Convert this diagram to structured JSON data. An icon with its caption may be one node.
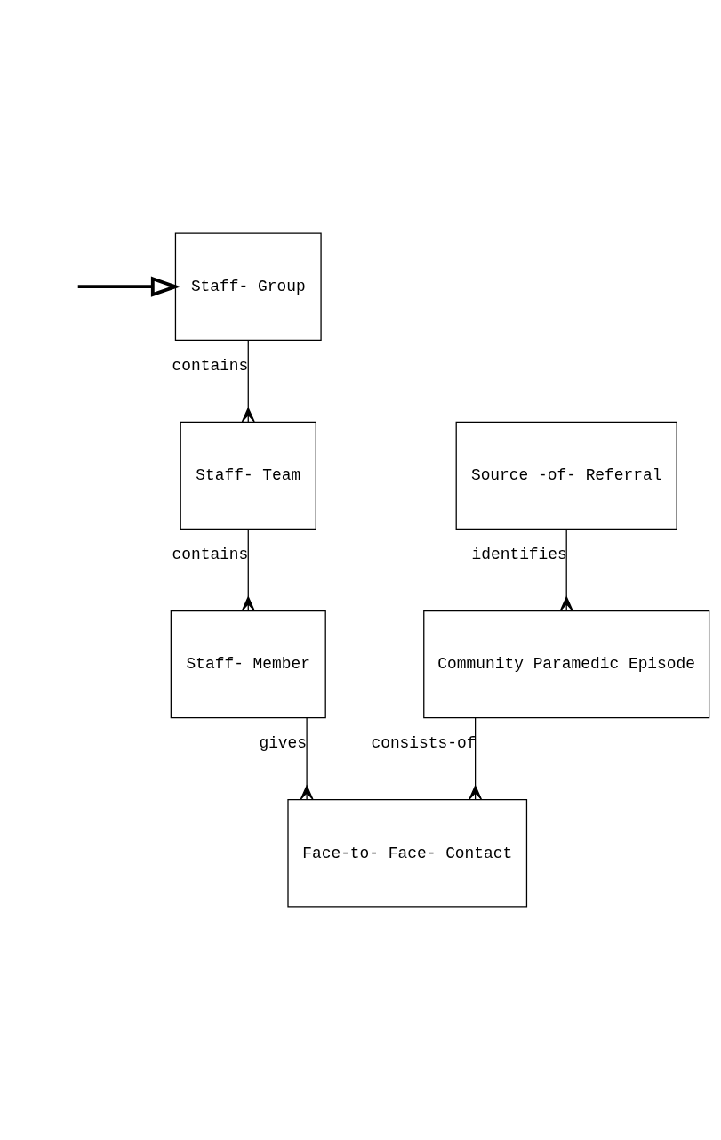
{
  "diagram": {
    "nodes": [
      {
        "text": [
          "Staff- Group"
        ]
      },
      {
        "text": [
          "Source -of- Referral"
        ]
      },
      {
        "text": [
          "Staff- Team"
        ]
      },
      {
        "text": [
          "Community Paramedic Episode"
        ]
      },
      {
        "text": [
          "Staff- Member"
        ]
      },
      {
        "text": [
          "Face-to- Face- Contact"
        ]
      }
    ],
    "edges": [
      {
        "from": null,
        "to": 0,
        "arrow": "to",
        "style": "thick"
      },
      {
        "from": 0,
        "to": 2,
        "arrow": "other",
        "label": "contains"
      },
      {
        "from": 1,
        "to": 3,
        "arrow": "other",
        "label": "identifies"
      },
      {
        "from": 2,
        "to": 4,
        "arrow": "other",
        "label": "contains"
      },
      {
        "from": 4,
        "to": 5,
        "arrow": "other",
        "label": "gives"
      },
      {
        "from": 3,
        "to": 5,
        "arrow": "other",
        "label": "consists-of"
      }
    ]
  }
}
